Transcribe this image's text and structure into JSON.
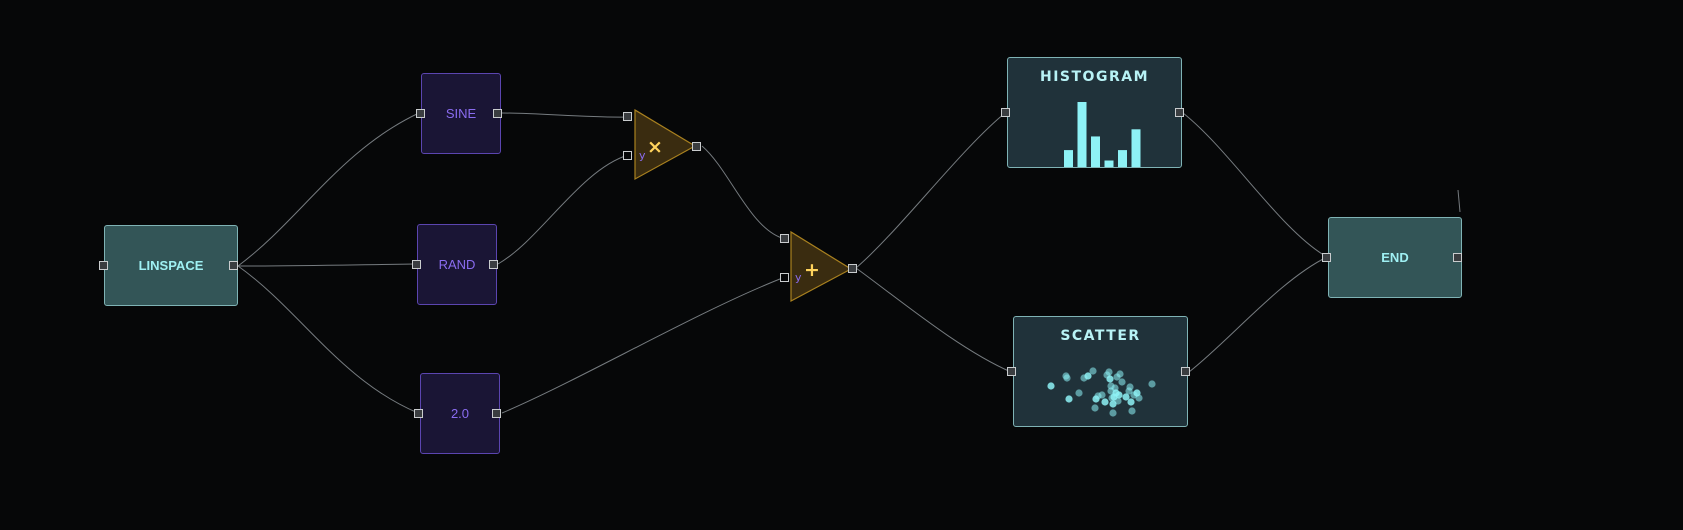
{
  "nodes": {
    "linspace": {
      "label": "LINSPACE"
    },
    "sine": {
      "label": "SINE"
    },
    "rand": {
      "label": "RAND"
    },
    "constant": {
      "label": "2.0"
    },
    "multiply": {
      "symbol": "×",
      "input_y_label": "y"
    },
    "add": {
      "symbol": "+",
      "input_y_label": "y"
    },
    "histogram": {
      "title": "HISTOGRAM",
      "bar_values": [
        0.26,
        1.0,
        0.47,
        0.1,
        0.26,
        0.58
      ]
    },
    "scatter": {
      "title": "SCATTER"
    },
    "end": {
      "label": "END"
    }
  },
  "colors": {
    "background": "#060708",
    "wire": "#8a8f94",
    "data_node_fill": "#335557",
    "source_node_fill": "#1a1535",
    "source_text": "#8a6cf0",
    "operator_fill": "#3a2c10",
    "operator_stroke": "#a9811f",
    "operator_symbol": "#ffd35c",
    "viz_accent": "#8ef2f6"
  }
}
